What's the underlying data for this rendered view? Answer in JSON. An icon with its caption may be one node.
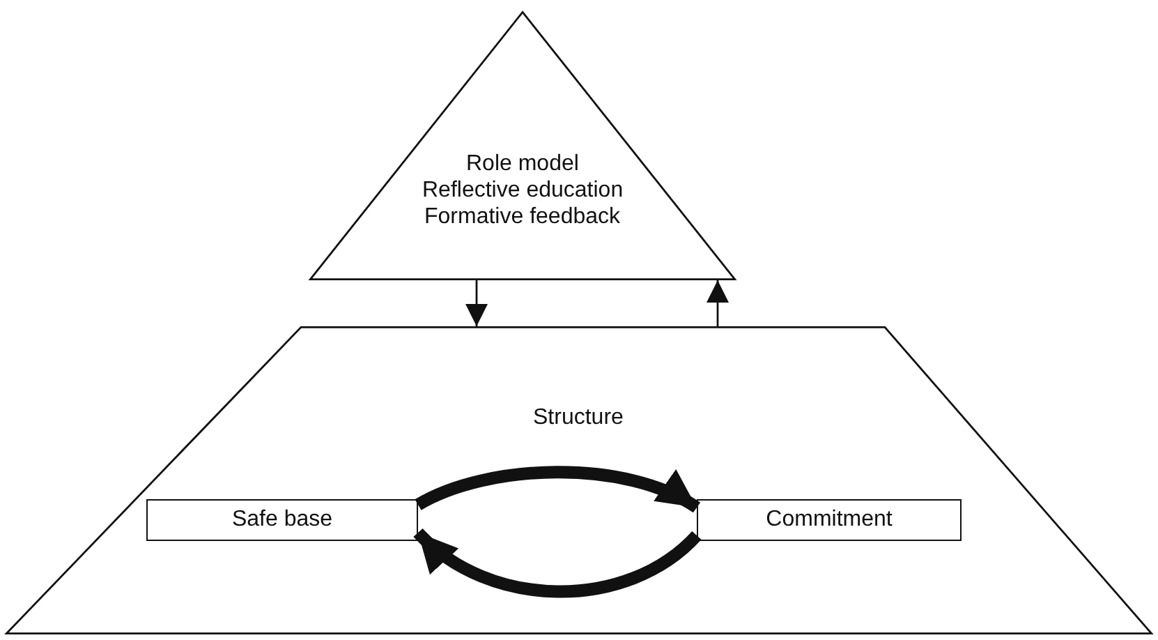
{
  "diagram": {
    "nodes": [
      {
        "text": [
          "Role model",
          "Reflective education",
          "Formative feedback"
        ]
      },
      {
        "text": [
          "Structure"
        ]
      },
      {
        "text": [
          "Safe base"
        ],
        "in": 1
      },
      {
        "text": [
          "Commitment"
        ],
        "in": 1
      }
    ],
    "edges": [
      {
        "from": 0,
        "to": 1,
        "arrow": "to"
      },
      {
        "from": 1,
        "to": 0,
        "arrow": "to"
      },
      {
        "from": 2,
        "to": 3,
        "arrow": "to",
        "style": "thick"
      },
      {
        "from": 3,
        "to": 2,
        "arrow": "to",
        "style": "thick"
      }
    ]
  }
}
